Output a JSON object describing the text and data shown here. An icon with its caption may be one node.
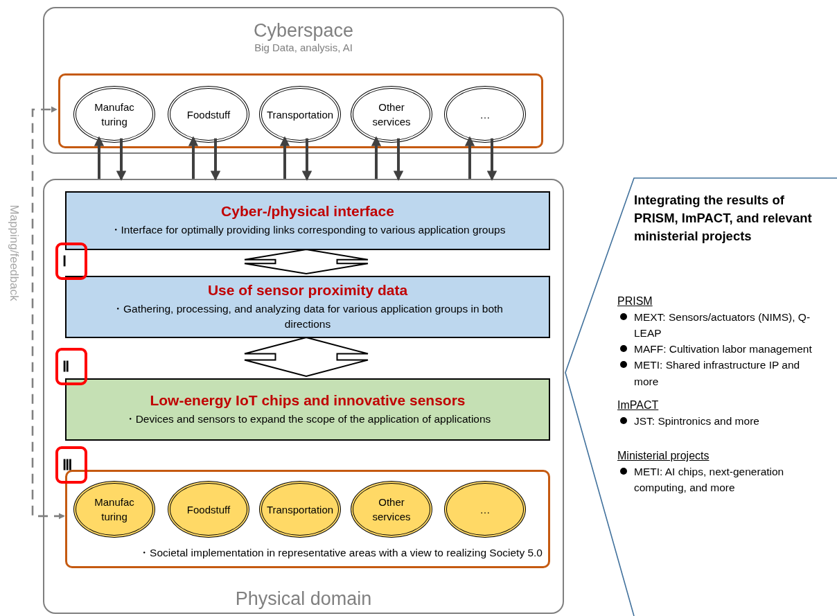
{
  "diagram": {
    "nodes": [
      {
        "text": [
          "Cyberspace",
          "Big Data, analysis, AI"
        ]
      },
      {
        "text": [],
        "shape": "box",
        "in": 0
      },
      {
        "text": [
          "Manufac turing"
        ],
        "in": 1
      },
      {
        "text": [
          "Foodstuff"
        ],
        "in": 1
      },
      {
        "text": [
          "Transportation"
        ],
        "in": 1
      },
      {
        "text": [
          "Other services"
        ],
        "in": 1
      },
      {
        "text": [
          "…"
        ],
        "in": 1
      },
      {
        "text": [
          "Physical domain"
        ]
      },
      {
        "text": [
          "Cyber-/physical interface",
          "・Interface for optimally providing links corresponding to various application groups"
        ],
        "in": 7
      },
      {
        "text": [
          "Use of sensor proximity data",
          "・Gathering, processing, and analyzing data for various application groups in both directions"
        ],
        "in": 7
      },
      {
        "text": [
          "Low-energy IoT chips and innovative sensors",
          "・Devices and sensors to expand the scope of the application of applications"
        ],
        "in": 7
      },
      {
        "text": [
          "・Societal implementation in representative areas with a view to realizing Society 5.0"
        ],
        "in": 7
      },
      {
        "text": [
          "Manufac turing"
        ],
        "in": 11
      },
      {
        "text": [
          "Foodstuff"
        ],
        "in": 11
      },
      {
        "text": [
          "Transportation"
        ],
        "in": 11
      },
      {
        "text": [
          "Other services"
        ],
        "in": 11
      },
      {
        "text": [
          "…"
        ],
        "in": 11
      },
      {
        "text": [
          "Integrating the results of PRISM, ImPACT, and relevant ministerial projects",
          "PRISM",
          "MEXT: Sensors/actuators (NIMS), Q-LEAP",
          "MAFF: Cultivation labor management",
          "METI: Shared infrastructure IP and more",
          "ImPACT",
          "JST: Spintronics and more",
          "Ministerial projects",
          "METI: AI chips, next-generation computing, and more"
        ]
      },
      {
        "text": [
          "Ⅰ"
        ],
        "in": 7
      },
      {
        "text": [
          "Ⅱ"
        ],
        "in": 7
      },
      {
        "text": [
          "Ⅲ"
        ],
        "in": 7
      }
    ],
    "edges": [
      {
        "from": 7,
        "to": 2,
        "arrow": "to"
      },
      {
        "from": 2,
        "to": 7,
        "arrow": "to"
      },
      {
        "from": 7,
        "to": 3,
        "arrow": "to"
      },
      {
        "from": 3,
        "to": 7,
        "arrow": "to"
      },
      {
        "from": 7,
        "to": 4,
        "arrow": "to"
      },
      {
        "from": 4,
        "to": 7,
        "arrow": "to"
      },
      {
        "from": 7,
        "to": 5,
        "arrow": "to"
      },
      {
        "from": 5,
        "to": 7,
        "arrow": "to"
      },
      {
        "from": 7,
        "to": 6,
        "arrow": "to"
      },
      {
        "from": 6,
        "to": 7,
        "arrow": "to"
      },
      {
        "from": 8,
        "to": 9,
        "arrow": "both",
        "style": "thick"
      },
      {
        "from": 9,
        "to": 10,
        "arrow": "both",
        "style": "thick"
      },
      {
        "from": 11,
        "to": 1,
        "arrow": "both",
        "style": "dashed",
        "color": "#808080",
        "label": "Mapping/feedback"
      }
    ]
  }
}
